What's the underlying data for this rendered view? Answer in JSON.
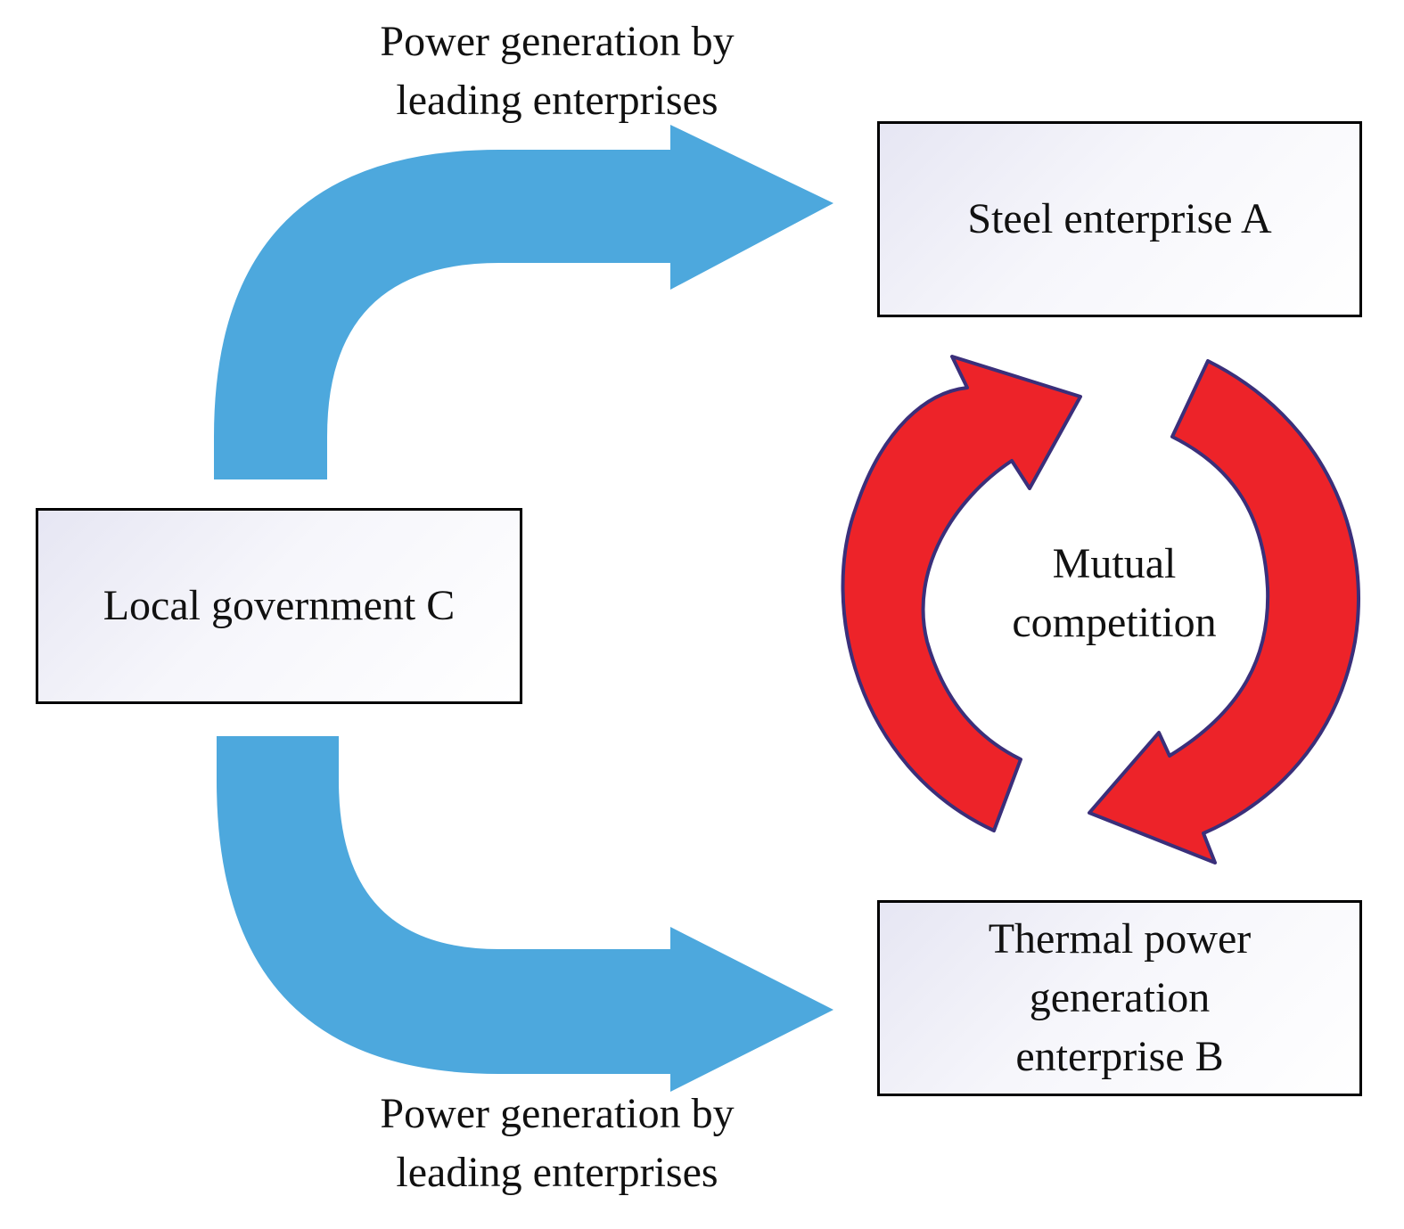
{
  "labels": {
    "top_flow": [
      "Power generation by",
      "leading enterprises"
    ],
    "bottom_flow": [
      "Power generation by",
      "leading enterprises"
    ],
    "cycle": [
      "Mutual",
      "competition"
    ]
  },
  "boxes": {
    "steel": "Steel enterprise A",
    "government": "Local government C",
    "thermal": [
      "Thermal power",
      "generation",
      "enterprise B"
    ]
  },
  "colors": {
    "flow_arrow": "#4da8dd",
    "cycle_arrow": "#ed2329",
    "cycle_outline": "#3a2f7a"
  }
}
